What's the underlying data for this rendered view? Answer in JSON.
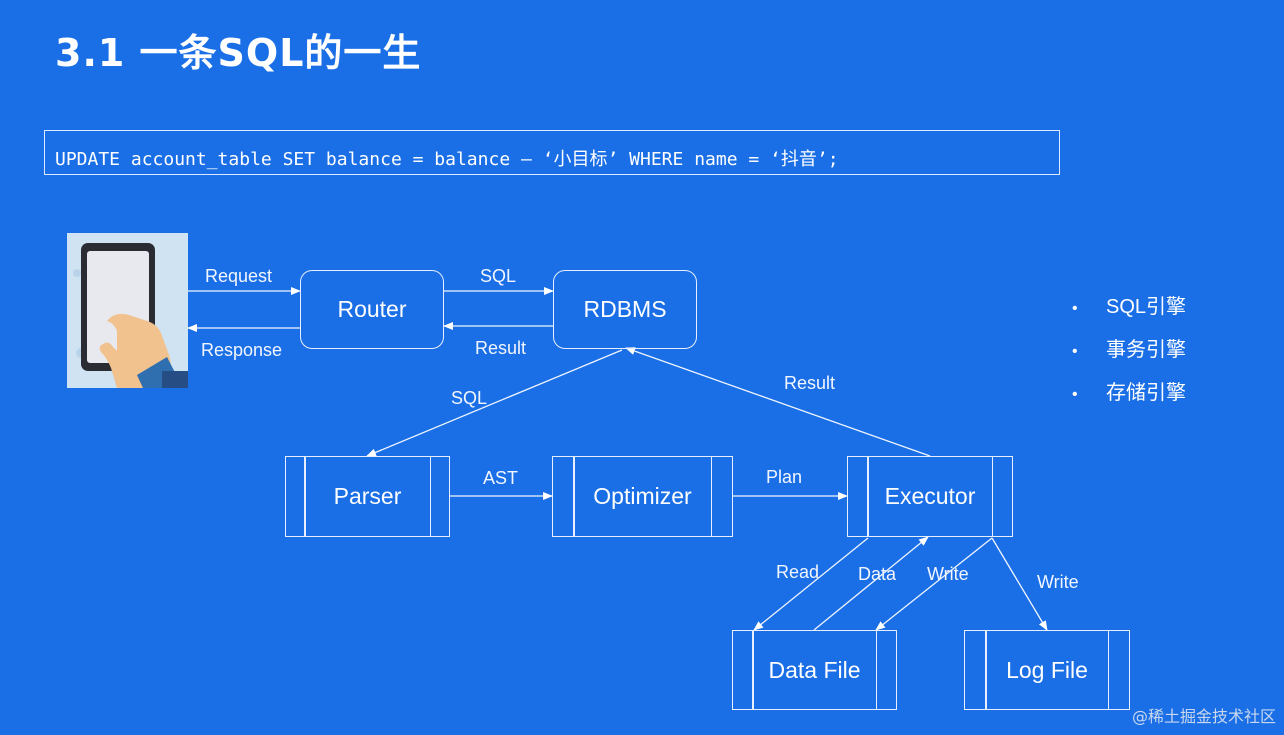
{
  "title": "3.1 一条SQL的一生",
  "sql_statement": "UPDATE account_table SET balance = balance – ‘小目标’ WHERE name = ‘抖音’;",
  "nodes": {
    "router": "Router",
    "rdbms": "RDBMS",
    "parser": "Parser",
    "optimizer": "Optimizer",
    "executor": "Executor",
    "data_file": "Data File",
    "log_file": "Log File"
  },
  "edges": {
    "request": "Request",
    "response": "Response",
    "router_sql": "SQL",
    "router_result": "Result",
    "parser_sql": "SQL",
    "executor_result": "Result",
    "ast": "AST",
    "plan": "Plan",
    "read": "Read",
    "data": "Data",
    "write_data": "Write",
    "write_log": "Write"
  },
  "engines": [
    "SQL引擎",
    "事务引擎",
    "存储引擎"
  ],
  "watermark": "@稀土掘金技术社区",
  "icons": [
    "smartphone-illustration",
    "bullet-dot"
  ],
  "colors": {
    "background": "#1a6fe6",
    "line": "#ffffff"
  }
}
